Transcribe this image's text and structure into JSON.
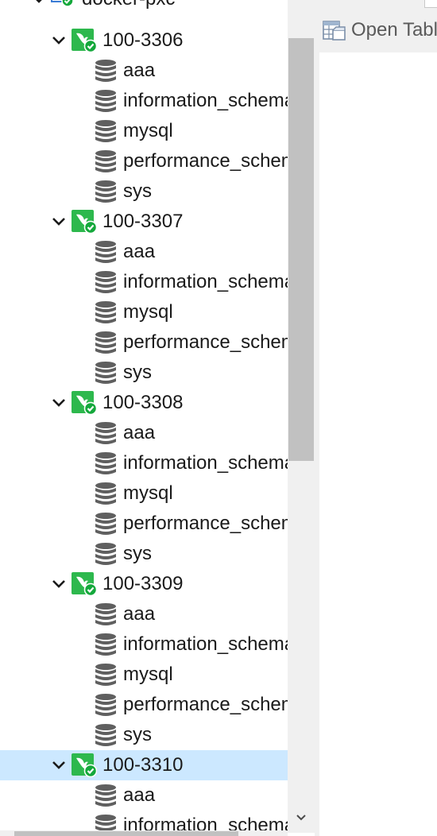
{
  "navigator": {
    "root": {
      "label": "docker-pxc"
    },
    "connections": [
      {
        "label": "100-3306",
        "databases": [
          "aaa",
          "information_schema",
          "mysql",
          "performance_schema",
          "sys"
        ]
      },
      {
        "label": "100-3307",
        "databases": [
          "aaa",
          "information_schema",
          "mysql",
          "performance_schema",
          "sys"
        ]
      },
      {
        "label": "100-3308",
        "databases": [
          "aaa",
          "information_schema",
          "mysql",
          "performance_schema",
          "sys"
        ]
      },
      {
        "label": "100-3309",
        "databases": [
          "aaa",
          "information_schema",
          "mysql",
          "performance_schema",
          "sys"
        ]
      },
      {
        "label": "100-3310",
        "selected": true,
        "databases": [
          "aaa",
          "information_schema"
        ]
      }
    ]
  },
  "toolbar": {
    "open_table_label": "Open Table",
    "open_table_icon": "table-icon"
  },
  "icons": {
    "connection": "mysql-connection-icon",
    "database": "database-icon",
    "expand": "chevron-down-icon"
  },
  "colors": {
    "connection_green": "#2db84d",
    "check_green": "#14a83b",
    "database_gray": "#5f5f5f",
    "selected_row": "#cce8ff",
    "scrollbar_thumb": "#c1c1c1"
  }
}
